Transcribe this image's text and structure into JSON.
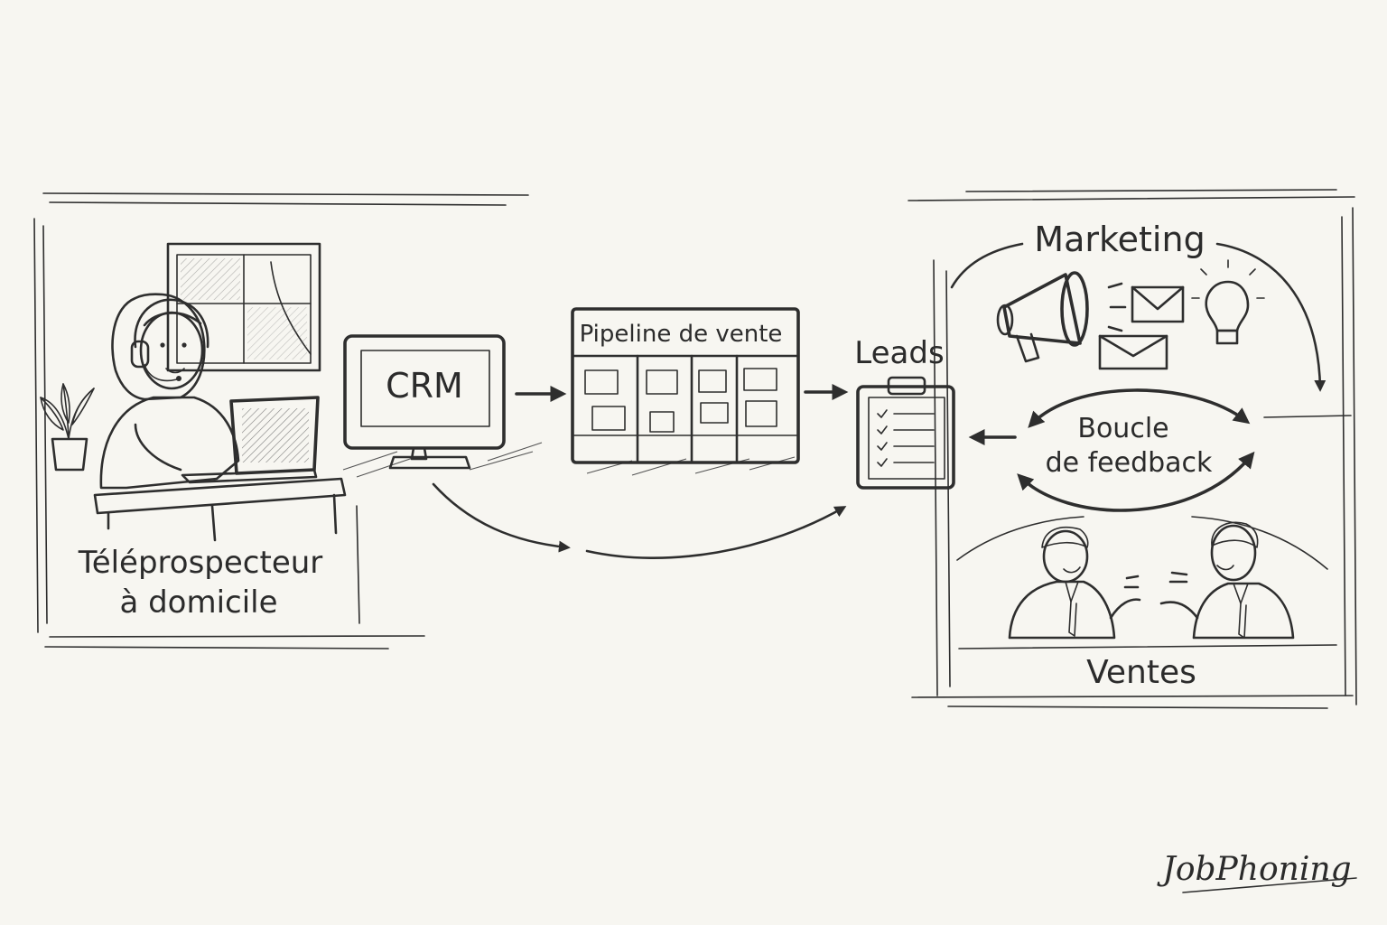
{
  "nodes": {
    "teleprospecteur": {
      "line1": "Téléprospecteur",
      "line2": "à domicile"
    },
    "crm": {
      "label": "CRM"
    },
    "pipeline": {
      "title": "Pipeline de vente"
    },
    "leads": {
      "label": "Leads"
    },
    "marketing": {
      "label": "Marketing"
    },
    "feedback": {
      "line1": "Boucle",
      "line2": "de feedback"
    },
    "ventes": {
      "label": "Ventes"
    }
  },
  "brand": {
    "name": "JobPhoning"
  },
  "colors": {
    "ink": "#2e2e2e",
    "paper": "#f7f6f1",
    "sticky_yellow": "#e6c43c",
    "sticky_blue": "#8fd0e6",
    "screen_blue": "#d7ebf3"
  },
  "icons": [
    "headset-icon",
    "laptop-icon",
    "plant-icon",
    "monitor-icon",
    "clipboard-icon",
    "megaphone-icon",
    "envelope-icon",
    "lightbulb-icon",
    "handshake-people-icon"
  ]
}
